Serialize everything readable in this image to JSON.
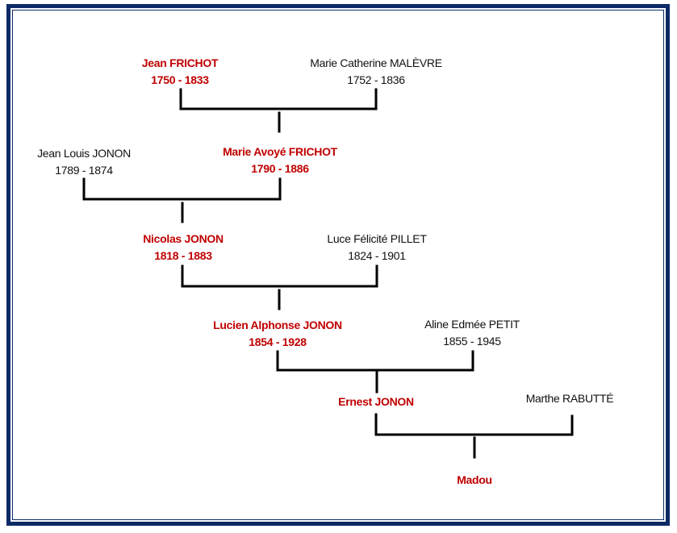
{
  "colors": {
    "frame": "#0c2a66",
    "direct_line": "#c00000",
    "spouse": "#111111",
    "connector": "#000000"
  },
  "people": {
    "jean_frichot": {
      "name": "Jean FRICHOT",
      "dates": "1750 - 1833"
    },
    "marie_catherine_malevre": {
      "name": "Marie Catherine MALÈVRE",
      "dates": "1752 - 1836"
    },
    "jean_louis_jonon": {
      "name": "Jean Louis JONON",
      "dates": "1789 - 1874"
    },
    "marie_avoye_frichot": {
      "name": "Marie Avoyé FRICHOT",
      "dates": "1790 - 1886"
    },
    "nicolas_jonon": {
      "name": "Nicolas JONON",
      "dates": "1818 - 1883"
    },
    "luce_felicite_pillet": {
      "name": "Luce Félicité PILLET",
      "dates": "1824 - 1901"
    },
    "lucien_alphonse_jonon": {
      "name": "Lucien Alphonse JONON",
      "dates": "1854 - 1928"
    },
    "aline_edmee_petit": {
      "name": "Aline Edmée PETIT",
      "dates": "1855 - 1945"
    },
    "ernest_jonon": {
      "name": "Ernest JONON"
    },
    "marthe_rabutte": {
      "name": "Marthe RABUTTÉ"
    },
    "madou": {
      "name": "Madou"
    }
  }
}
